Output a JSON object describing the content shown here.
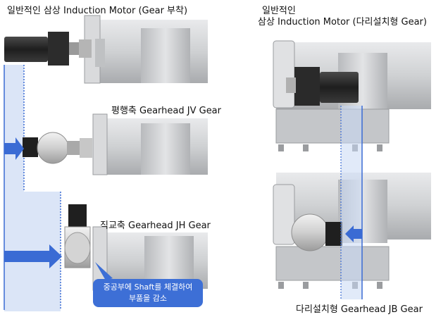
{
  "left_panel": {
    "label_top": "일반적인 삼상 Induction Motor (Gear 부착)",
    "label_jv": "평행축 Gearhead JV Gear",
    "label_jh": "직교축 Gearhead JH Gear",
    "callout_line1": "중공부에 Shaft를 체결하여",
    "callout_line2": "부품을 감소"
  },
  "right_panel": {
    "title_line1": "일반적인",
    "title_line2": "삼상 Induction Motor (다리설치형 Gear)",
    "label_jb": "다리설치형 Gearhead JB Gear"
  },
  "colors": {
    "arrow": "#3a6bd4",
    "shade": "#dbe5f7",
    "machine": "#c8c9cb",
    "motor": "#2a2a2a"
  }
}
